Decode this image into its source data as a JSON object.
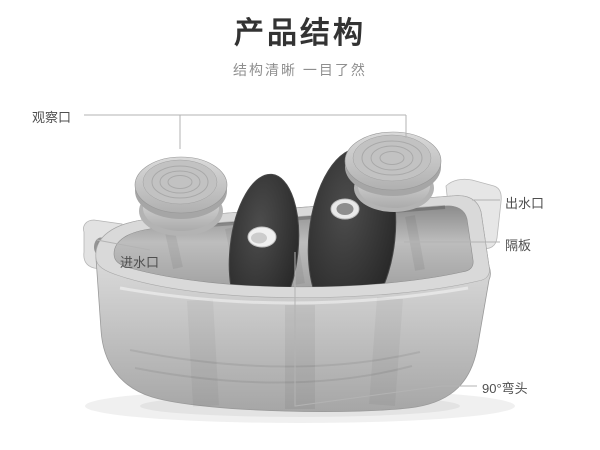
{
  "page": {
    "title": "产品结构",
    "subtitle": "结构清晰 一目了然"
  },
  "callouts": {
    "observation_port": "观察口",
    "outlet": "出水口",
    "baffle": "隔板",
    "inlet": "进水口",
    "elbow": "90°弯头"
  },
  "colors": {
    "background": "#ffffff",
    "title_text": "#333333",
    "subtitle_text": "#8f8f8f",
    "callout_text": "#4f4f4f",
    "leader_line": "#b3b3b3",
    "tank_light": "#ececec",
    "tank_mid": "#c9c9c9",
    "tank_dark": "#a6a6a6",
    "baffle_dark": "#222222"
  }
}
